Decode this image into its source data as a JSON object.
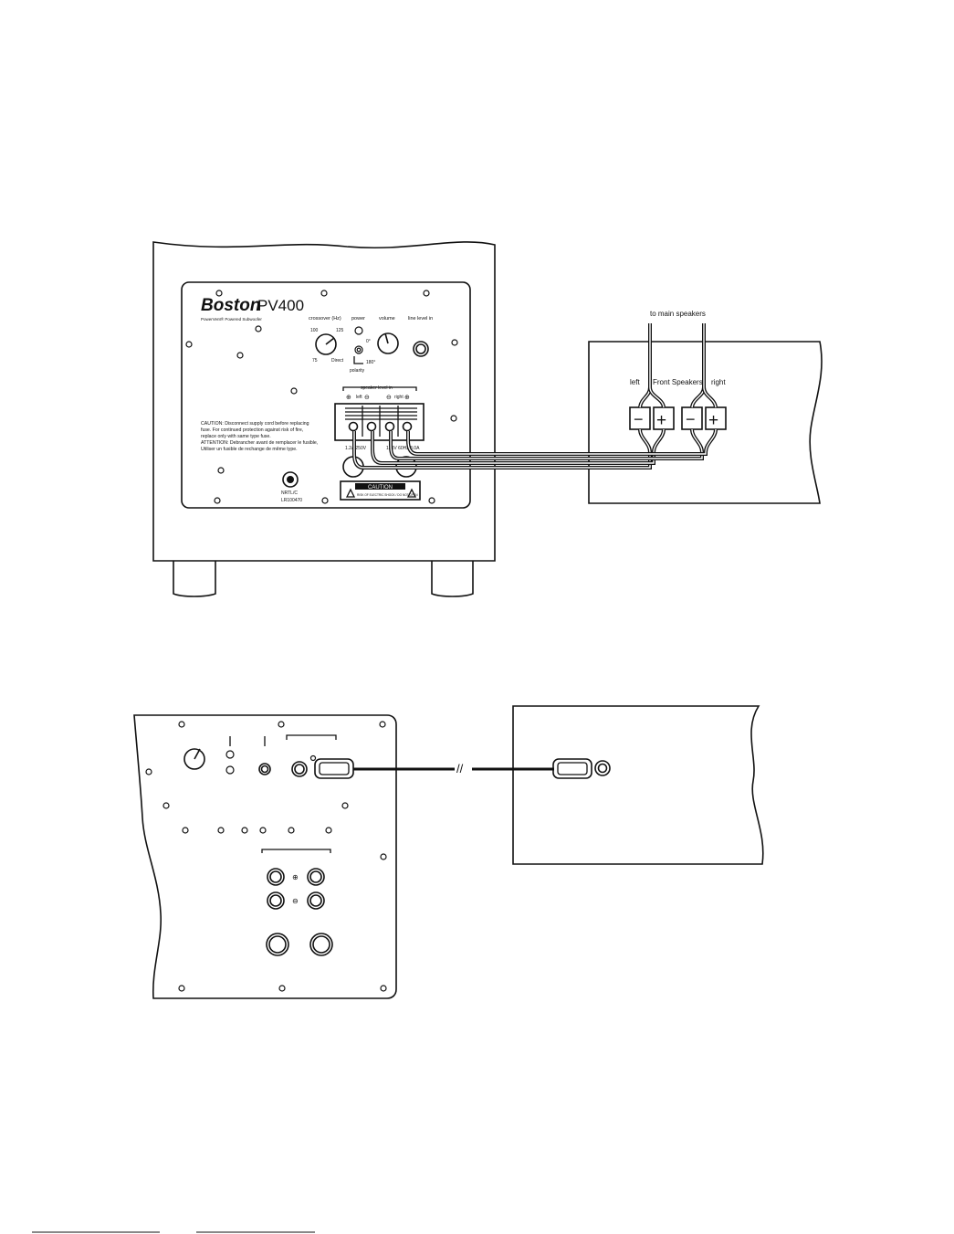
{
  "figure1": {
    "subwoofer": {
      "brand": "Boston",
      "model": "PV400",
      "subtitle": "PowerVent® Powered Subwoofer",
      "crossover_label": "crossover  (Hz)",
      "crossover_100": "100",
      "crossover_125": "125",
      "crossover_75": "75",
      "crossover_direct": "Direct",
      "power_label": "power",
      "volume_label": "volume",
      "line_label": "line level in",
      "phase_0": "0°",
      "phase_180": "180°",
      "polarity_label": "polarity",
      "speaker_level_label": "speaker level in",
      "left_label": "left",
      "right_label": "right",
      "caution_en": [
        "CAUTION:  Disconnect supply cord before replacing",
        "fuse. For continued protection against risk of fire,",
        "replace only with same type fuse."
      ],
      "caution_fr": [
        "ATTENTION: Debrancher avant de remplacer le fusible,",
        "Utiliser un fusible de rechange de même type."
      ],
      "fuse_label": "1.2A 250V",
      "rating_label": "120V 60Hz 3.0A",
      "cert_lines": [
        "NRTL/C",
        "LR100470"
      ],
      "caution_box": "CAUTION",
      "caution_box_sub": "RISK OF ELECTRIC SHOCK / DO NOT OPEN"
    },
    "to_main_speakers": "to main speakers",
    "front_left": "left",
    "front_speakers": "Front Speakers",
    "front_right": "right",
    "minus": "−",
    "plus": "+"
  },
  "figure2": {
    "cable_break": "//"
  },
  "icons": {
    "plus_circle": "⊕",
    "minus_circle": "⊖"
  }
}
